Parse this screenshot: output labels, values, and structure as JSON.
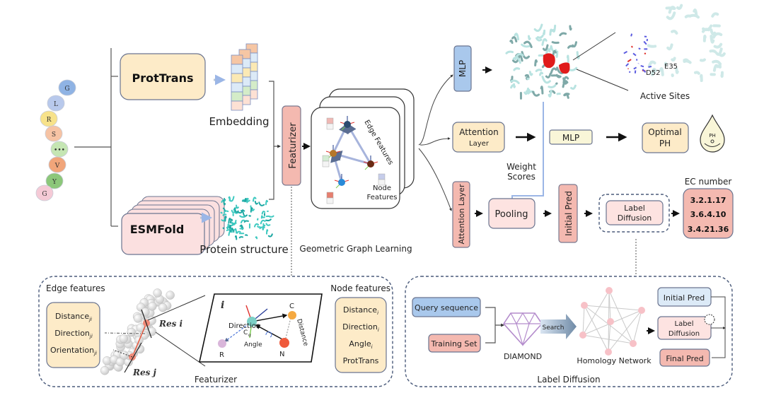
{
  "colors": {
    "peach": "#fdebc8",
    "pink": "#f7c9c3",
    "light_pink": "#fde3e1",
    "blue": "#a9c8ec",
    "light_blue": "#dceaf7",
    "cream": "#f9f6d8",
    "border": "#6b7590",
    "dash": "#4a5a7a",
    "red_site": "#e01b1b",
    "cyan": "#2bb5b0",
    "diamond": "#b48ccc",
    "node_pink": "#f7c1c7"
  },
  "sequence": {
    "residues": [
      {
        "label": "G",
        "color": "#8fb3e4"
      },
      {
        "label": "L",
        "color": "#b8c9ec"
      },
      {
        "label": "R",
        "color": "#f7e28a"
      },
      {
        "label": "S",
        "color": "#f6c3a4"
      },
      {
        "label": "•••",
        "color": "#c5e6b3"
      },
      {
        "label": "V",
        "color": "#f1a57a"
      },
      {
        "label": "Y",
        "color": "#8cc77a"
      },
      {
        "label": "G",
        "color": "#f5cad6"
      }
    ]
  },
  "encoders": {
    "prottrans": "ProtTrans",
    "esmfold": "ESMFold",
    "embedding_label": "Embedding",
    "structure_label": "Protein structure"
  },
  "featurizer": {
    "label": "Featurizer"
  },
  "graph": {
    "edge_label": "Edge Features",
    "node_label_1": "Node",
    "node_label_2": "Features",
    "caption": "Geometric Graph Learning"
  },
  "heads": {
    "mlp_top": "MLP",
    "active_sites": "Active Sites",
    "residue_a": "D52",
    "residue_b": "E35",
    "attention_mid_1": "Attention",
    "attention_mid_2": "Layer",
    "mlp_mid": "MLP",
    "optimal_1": "Optimal",
    "optimal_2": "PH",
    "ph_icon_text": "PH",
    "weight_1": "Weight",
    "weight_2": "Scores",
    "attention_bottom": "Attention Layer",
    "pooling": "Pooling",
    "initial_pred": "Initial Pred",
    "label_diffusion_1": "Label",
    "label_diffusion_2": "Diffusion",
    "ec_title": "EC number",
    "ec_numbers": [
      "3.2.1.17",
      "3.6.4.10",
      "3.4.21.36"
    ]
  },
  "featurizer_panel": {
    "edge_title": "Edge features",
    "edge_items": [
      {
        "base": "Distance",
        "sub": "ji"
      },
      {
        "base": "Direction",
        "sub": "ji"
      },
      {
        "base": "Orientation",
        "sub": "ji"
      }
    ],
    "res_i": "Res i",
    "res_j": "Res j",
    "plane_label": "i",
    "direction": "Direction",
    "calpha": "C",
    "calpha_sub": "α",
    "angle": "Angle",
    "distance": "Distance",
    "atom_c": "C",
    "atom_n": "N",
    "atom_r": "R",
    "node_title": "Node features",
    "node_items": [
      {
        "base": "Distance",
        "sub": "i"
      },
      {
        "base": "Direction",
        "sub": "i"
      },
      {
        "base": "Angle",
        "sub": "i"
      },
      {
        "base": "ProtTrans",
        "sub": ""
      }
    ],
    "caption": "Featurizer"
  },
  "diffusion_panel": {
    "query": "Query sequence",
    "training": "Training Set",
    "diamond": "DIAMOND",
    "search": "Search",
    "network": "Homology Network",
    "initial_pred": "Initial Pred",
    "label_1": "Label",
    "label_2": "Diffusion",
    "final_pred": "Final Pred",
    "caption": "Label Diffusion"
  }
}
